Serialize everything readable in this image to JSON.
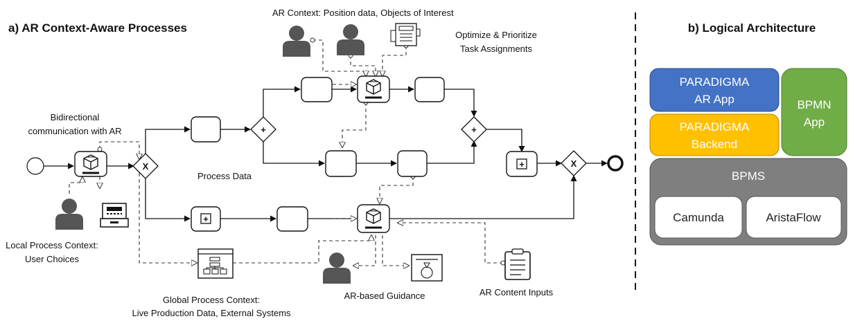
{
  "left": {
    "title": "a) AR Context-Aware Processes",
    "labels": {
      "ar_context": "AR Context: Position data, Objects of Interest",
      "optimize_1": "Optimize & Prioritize",
      "optimize_2": "Task Assignments",
      "bidirectional_1": "Bidirectional",
      "bidirectional_2": "communication with AR",
      "process_data": "Process Data",
      "local_context_1": "Local Process Context:",
      "local_context_2": "User Choices",
      "global_context_1": "Global Process Context:",
      "global_context_2": "Live Production Data, External Systems",
      "ar_guidance": "AR-based Guidance",
      "ar_content": "AR Content Inputs"
    },
    "gateways": {
      "exclusive": "X",
      "parallel": "+"
    },
    "subprocess_marker": "+"
  },
  "right": {
    "title": "b) Logical Architecture",
    "ar_app_1": "PARADIGMA",
    "ar_app_2": "AR App",
    "backend_1": "PARADIGMA",
    "backend_2": "Backend",
    "bpmn_app_1": "BPMN",
    "bpmn_app_2": "App",
    "bpms": "BPMS",
    "camunda": "Camunda",
    "aristaflow": "AristaFlow"
  },
  "colors": {
    "ar_app": "#4472c4",
    "backend": "#ffc000",
    "bpmn_app": "#70ad47",
    "bpms": "#7f7f7f"
  }
}
